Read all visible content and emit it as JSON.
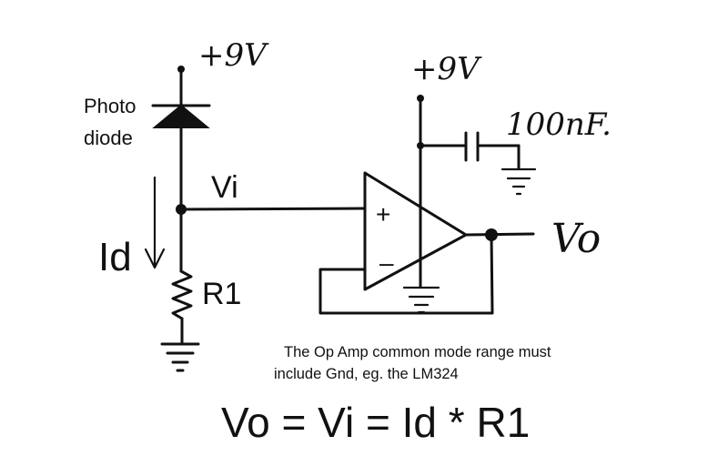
{
  "labels": {
    "supply_left": "+9V",
    "supply_right": "+9V",
    "photodiode": [
      "Photo",
      "diode"
    ],
    "vi": "Vi",
    "id": "Id",
    "r1": "R1",
    "cap_value": "100nF.",
    "plus": "+",
    "minus": "–",
    "vo": "Vo"
  },
  "note": [
    "The Op Amp common mode range must",
    "include Gnd, eg. the LM324"
  ],
  "equation": "Vo = Vi = Id * R1"
}
